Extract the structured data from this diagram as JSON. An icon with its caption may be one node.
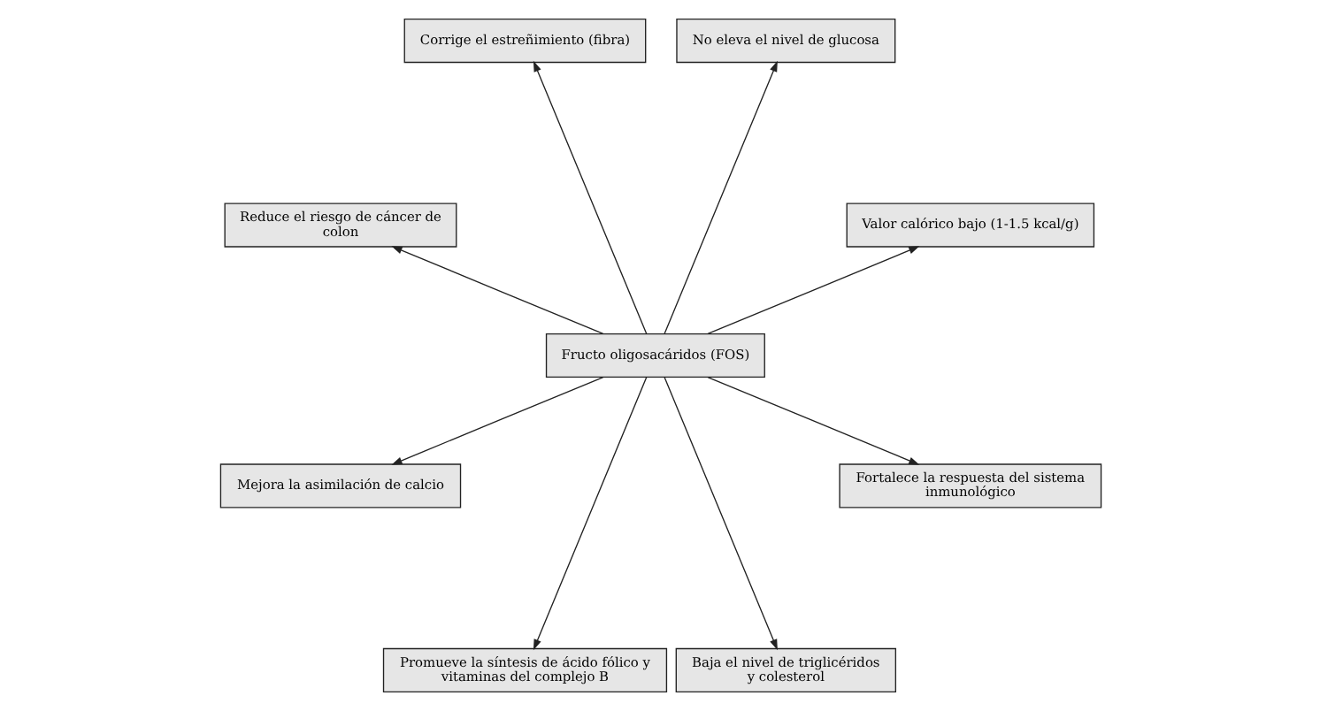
{
  "diagram": {
    "nodes": [
      {
        "text": [
          "Valor calórico bajo (1-1.5 kcal/g)"
        ]
      },
      {
        "text": [
          "No eleva el nivel de glucosa"
        ]
      },
      {
        "text": [
          "Corrige el estreñimiento (fibra)"
        ]
      },
      {
        "text": [
          "Reduce el riesgo de cáncer de colon"
        ]
      },
      {
        "text": [
          "Fructo oligosacáridos (FOS)"
        ]
      },
      {
        "text": [
          "Mejora la asimilación de calcio"
        ]
      },
      {
        "text": [
          "Promueve la síntesis de ácido fólico y vitaminas del complejo B"
        ]
      },
      {
        "text": [
          "Baja el nivel de triglicéridos y colesterol"
        ]
      },
      {
        "text": [
          "Fortalece la respuesta del sistema inmunológico"
        ]
      }
    ],
    "edges": [
      {
        "from": 4,
        "to": 0,
        "arrow": "to"
      },
      {
        "from": 4,
        "to": 2,
        "arrow": "to"
      },
      {
        "from": 4,
        "to": 1,
        "arrow": "to"
      },
      {
        "from": 4,
        "to": 3,
        "arrow": "to"
      },
      {
        "from": 4,
        "to": 5,
        "arrow": "to"
      },
      {
        "from": 4,
        "to": 7,
        "arrow": "to"
      },
      {
        "from": 4,
        "to": 6,
        "arrow": "to"
      },
      {
        "from": 4,
        "to": 8,
        "arrow": "to"
      }
    ]
  }
}
